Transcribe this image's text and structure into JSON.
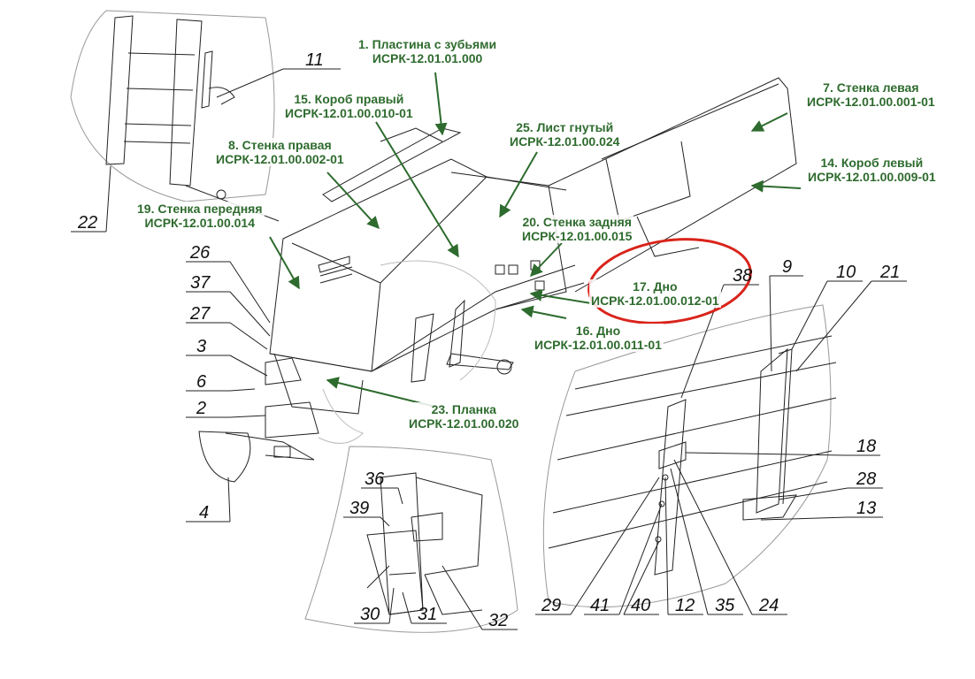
{
  "colors": {
    "callout_text": "#2e6b2e",
    "arrow": "#2e6b2e",
    "highlight_circle": "#d9241b",
    "drawing_line": "#222222",
    "background": "#ffffff"
  },
  "callouts": [
    {
      "id": "c1",
      "name": "1. Пластина с зубьями",
      "code": "ИСРК-12.01.01.000"
    },
    {
      "id": "c15",
      "name": "15. Короб правый",
      "code": "ИСРК-12.01.00.010-01"
    },
    {
      "id": "c8",
      "name": "8. Стенка правая",
      "code": "ИСРК-12.01.00.002-01"
    },
    {
      "id": "c19",
      "name": "19. Стенка передняя",
      "code": "ИСРК-12.01.00.014"
    },
    {
      "id": "c25",
      "name": "25. Лист гнутый",
      "code": "ИСРК-12.01.00.024"
    },
    {
      "id": "c20",
      "name": "20. Стенка задняя",
      "code": "ИСРК-12.01.00.015"
    },
    {
      "id": "c7",
      "name": "7. Стенка левая",
      "code": "ИСРК-12.01.00.001-01"
    },
    {
      "id": "c14",
      "name": "14. Короб левый",
      "code": "ИСРК-12.01.00.009-01"
    },
    {
      "id": "c17",
      "name": "17. Дно",
      "code": "ИСРК-12.01.00.012-01"
    },
    {
      "id": "c16",
      "name": "16. Дно",
      "code": "ИСРК-12.01.00.011-01"
    },
    {
      "id": "c23",
      "name": "23. Планка",
      "code": "ИСРК-12.01.00.020"
    }
  ],
  "item_numbers": [
    "11",
    "22",
    "26",
    "37",
    "27",
    "3",
    "6",
    "2",
    "4",
    "36",
    "39",
    "30",
    "31",
    "32",
    "38",
    "9",
    "10",
    "21",
    "18",
    "28",
    "13",
    "29",
    "41",
    "40",
    "12",
    "35",
    "24"
  ]
}
